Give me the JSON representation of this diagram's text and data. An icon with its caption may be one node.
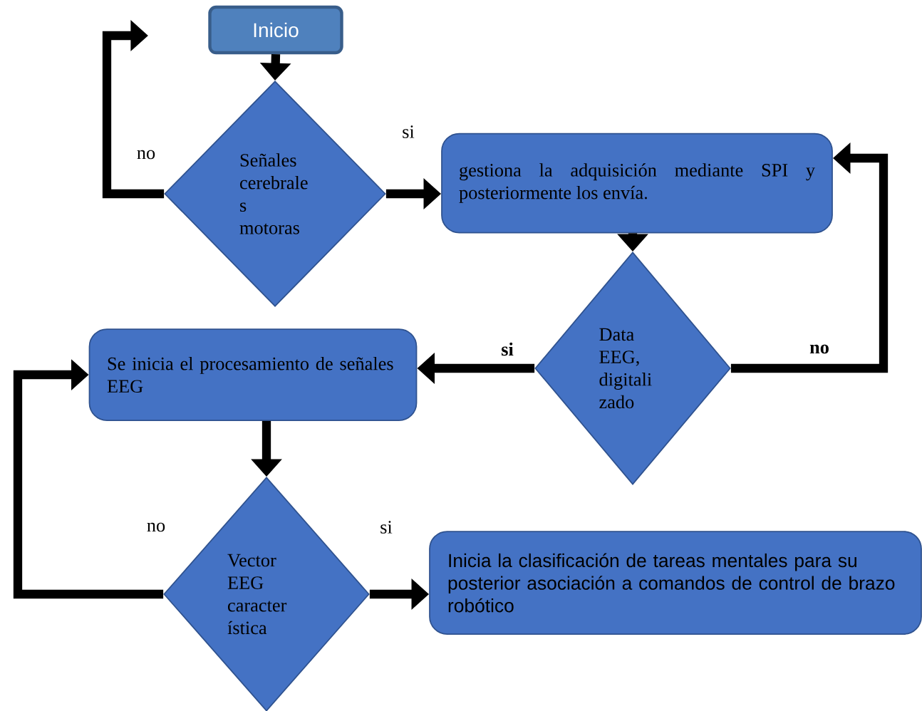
{
  "diagram": {
    "nodes": [
      {
        "text": [
          "Inicio"
        ]
      },
      {
        "text": [
          "Señales cerebrale s motoras"
        ]
      },
      {
        "text": [
          "gestiona la adquisición mediante SPI y posteriormente los envía."
        ]
      },
      {
        "text": [
          "Data EEG, digitali zado"
        ]
      },
      {
        "text": [
          "Se inicia el procesamiento de señales EEG"
        ]
      },
      {
        "text": [
          "Vector EEG caracter ística"
        ]
      },
      {
        "text": [
          "Inicia la clasificación de tareas mentales para su posterior asociación a comandos de control de brazo robótico"
        ]
      }
    ],
    "edges": [
      {
        "from": 0,
        "to": 1,
        "arrow": "to"
      },
      {
        "from": 1,
        "to": 2,
        "arrow": "to",
        "label": "si"
      },
      {
        "from": 1,
        "to": null,
        "arrow": "to",
        "label": "no"
      },
      {
        "from": 2,
        "to": 3,
        "arrow": "to"
      },
      {
        "from": 3,
        "to": 4,
        "arrow": "to",
        "label": "si"
      },
      {
        "from": 3,
        "to": 2,
        "arrow": "to",
        "label": "no"
      },
      {
        "from": 4,
        "to": 5,
        "arrow": "to"
      },
      {
        "from": 5,
        "to": 6,
        "arrow": "to",
        "label": "si"
      },
      {
        "from": 5,
        "to": 4,
        "arrow": "to",
        "label": "no"
      }
    ]
  }
}
